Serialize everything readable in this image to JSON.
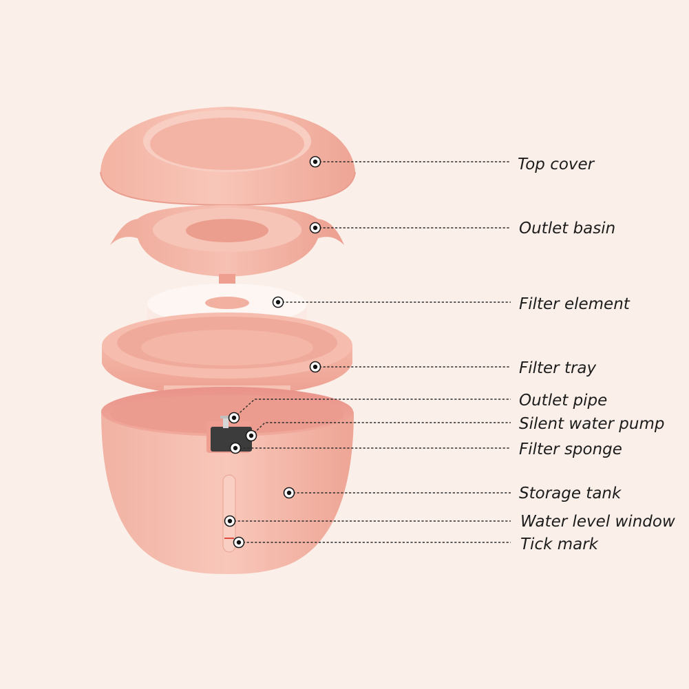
{
  "colors": {
    "background": "#fbefe9",
    "body_light": "#f7c3b5",
    "body_mid": "#f1ab9a",
    "body_dark": "#e8968a",
    "filter_white": "#fdf6f2",
    "pump_dark": "#3c3c3c",
    "level_line": "#e3483c"
  },
  "callouts": [
    {
      "id": "top-cover",
      "label": "Top cover"
    },
    {
      "id": "outlet-basin",
      "label": "Outlet basin"
    },
    {
      "id": "filter-element",
      "label": "Filter element"
    },
    {
      "id": "filter-tray",
      "label": "Filter tray"
    },
    {
      "id": "outlet-pipe",
      "label": "Outlet pipe"
    },
    {
      "id": "silent-water-pump",
      "label": "Silent water pump"
    },
    {
      "id": "filter-sponge",
      "label": "Filter sponge"
    },
    {
      "id": "storage-tank",
      "label": "Storage tank"
    },
    {
      "id": "water-level-window",
      "label": "Water level window"
    },
    {
      "id": "tick-mark",
      "label": "Tick mark"
    }
  ]
}
